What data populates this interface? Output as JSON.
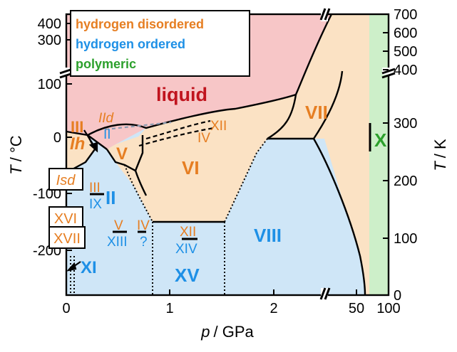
{
  "chart_data": {
    "type": "phase-diagram",
    "xlabel_var": "p",
    "xlabel_unit": "/ GPa",
    "ylabel_left_var": "T",
    "ylabel_left_unit": "/ °C",
    "ylabel_right_var": "T",
    "ylabel_right_unit": "/ K",
    "x_ticks": [
      "0",
      "1",
      "2",
      "50",
      "100"
    ],
    "y_left_ticks_lower": [
      "0",
      "-100",
      "-200"
    ],
    "y_left_ticks_upper": [
      "100",
      "300",
      "400"
    ],
    "y_right_ticks_lower": [
      "0",
      "100",
      "200",
      "300"
    ],
    "y_right_ticks_upper": [
      "400",
      "500",
      "600",
      "700"
    ],
    "legend": [
      {
        "label": "hydrogen disordered",
        "color": "#E67E22"
      },
      {
        "label": "hydrogen ordered",
        "color": "#1E90E6"
      },
      {
        "label": "polymeric",
        "color": "#2CA02C"
      }
    ],
    "regions": [
      {
        "name": "liquid",
        "color": "#F7C6C7"
      },
      {
        "name": "hydrogen disordered ice",
        "color": "#FBE2C4"
      },
      {
        "name": "hydrogen ordered ice",
        "color": "#CFE6F7"
      },
      {
        "name": "polymeric ice",
        "color": "#CDEFC9"
      }
    ],
    "phase_labels": {
      "liquid": "liquid",
      "Ih": "Ih",
      "III": "III",
      "IId": "IId",
      "II_top": "II",
      "V": "V",
      "VI": "VI",
      "VII": "VII",
      "XII_top": "XII",
      "IV_top": "IV",
      "X": "X",
      "Isd": "Isd",
      "III_low": "III",
      "IX": "IX",
      "II": "II",
      "XVI": "XVI",
      "XVII": "XVII",
      "V_low": "V",
      "XIII": "XIII",
      "IV_low": "IV",
      "q": "?",
      "XII_low": "XII",
      "XIV": "XIV",
      "VIII": "VIII",
      "XV": "XV",
      "XI": "XI"
    },
    "colors": {
      "disordered": "#E67E22",
      "ordered": "#1E90E6",
      "polymeric": "#2CA02C",
      "liquid_text": "#C0141E",
      "IId": "#E67E22"
    }
  }
}
